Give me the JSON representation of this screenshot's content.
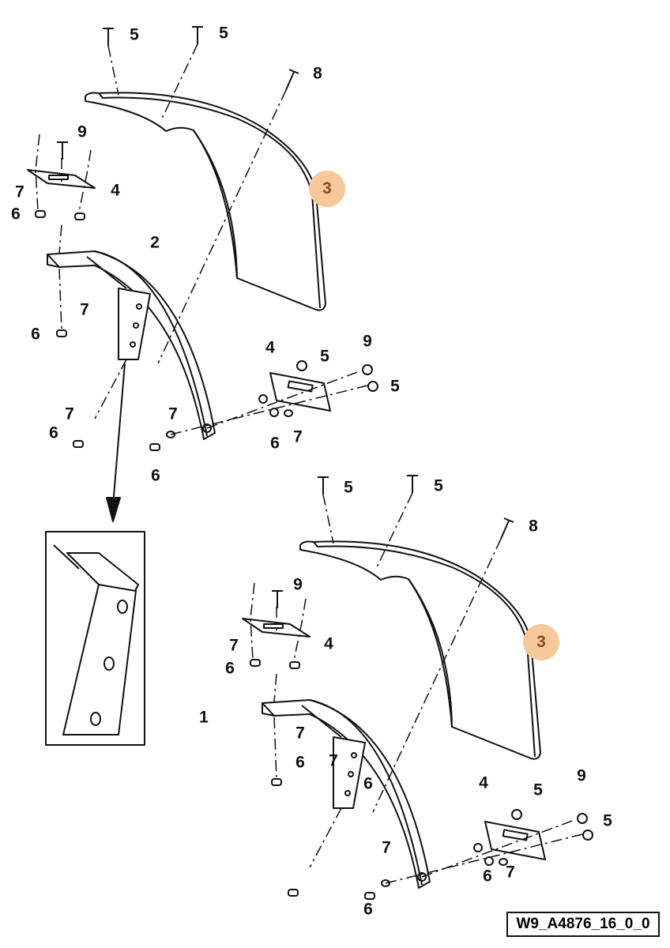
{
  "diagram_code": "W9_A4876_16_0_0",
  "highlight_color": "#f7c99a",
  "upper_assembly": {
    "callouts": [
      "5",
      "5",
      "8",
      "9",
      "4",
      "7",
      "6",
      "3",
      "2",
      "7",
      "6",
      "4",
      "5",
      "9",
      "5",
      "7",
      "6",
      "7",
      "6",
      "6",
      "7"
    ]
  },
  "lower_assembly": {
    "callouts": [
      "5",
      "5",
      "8",
      "9",
      "4",
      "7",
      "6",
      "3",
      "1",
      "7",
      "6",
      "7",
      "6",
      "4",
      "5",
      "9",
      "5",
      "7",
      "6",
      "6",
      "7"
    ]
  }
}
